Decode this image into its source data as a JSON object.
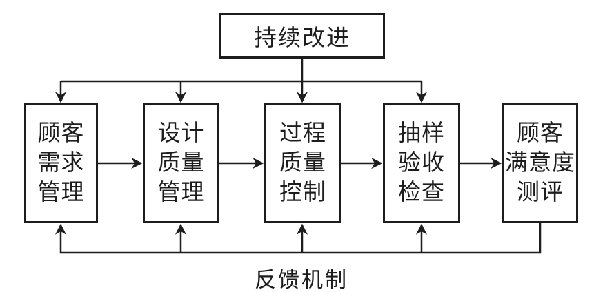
{
  "diagram": {
    "top_box": {
      "label": "持续改进"
    },
    "process_boxes": [
      {
        "lines": [
          "顾客",
          "需求",
          "管理"
        ]
      },
      {
        "lines": [
          "设计",
          "质量",
          "管理"
        ]
      },
      {
        "lines": [
          "过程",
          "质量",
          "控制"
        ]
      },
      {
        "lines": [
          "抽样",
          "验收",
          "检查"
        ]
      },
      {
        "lines": [
          "顾客",
          "满意度",
          "测评"
        ]
      }
    ],
    "feedback_label": "反馈机制",
    "colors": {
      "line": "#1d1d1d",
      "text": "#1d1d1d",
      "background": "#ffffff"
    }
  }
}
